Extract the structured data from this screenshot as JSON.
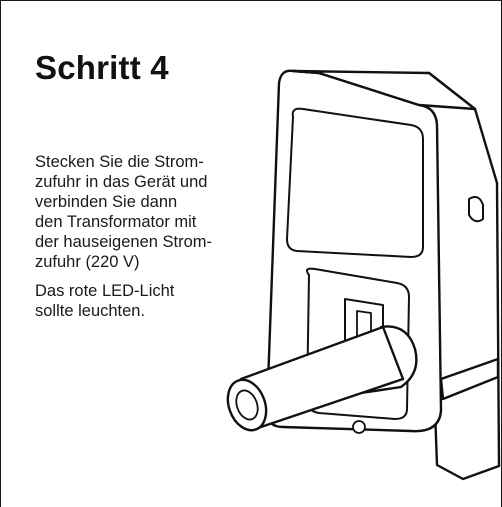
{
  "step": {
    "title": "Schritt 4",
    "instruction_lines": [
      "Stecken Sie die Strom-",
      "zufuhr in das Gerät und",
      "verbinden Sie dann",
      "den Transformator mit",
      "der hauseigenen Strom-",
      "zufuhr (220 V)"
    ],
    "led_lines": [
      "Das rote LED-Licht",
      "sollte leuchten."
    ]
  },
  "illustration": {
    "icon": "power-adapter-device-illustration",
    "stroke_color": "#111111",
    "fill_color": "#ffffff"
  }
}
